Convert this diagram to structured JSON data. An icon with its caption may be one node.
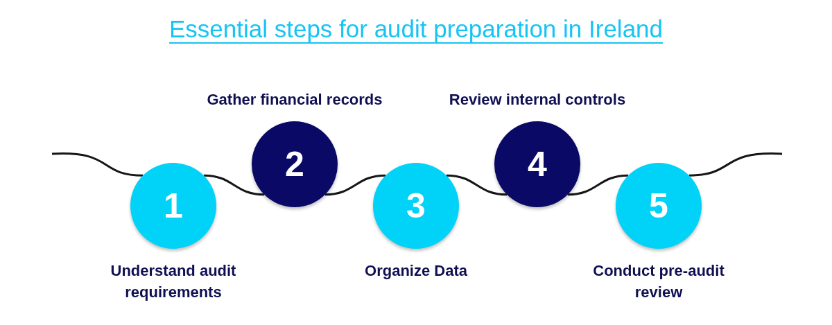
{
  "diagram": {
    "title": "Essential steps for audit preparation in Ireland",
    "nodes": [
      {
        "text": [
          "1"
        ],
        "beside": [
          "Understand audit requirements"
        ]
      },
      {
        "text": [
          "2"
        ],
        "beside": [
          "Gather financial records"
        ]
      },
      {
        "text": [
          "3"
        ],
        "beside": [
          "Organize Data"
        ]
      },
      {
        "text": [
          "4"
        ],
        "beside": [
          "Review internal controls"
        ]
      },
      {
        "text": [
          "5"
        ],
        "beside": [
          "Conduct pre-audit review"
        ]
      }
    ],
    "edges": [
      {
        "from": null,
        "to": 0,
        "arrow": "none"
      },
      {
        "from": 0,
        "to": 1,
        "arrow": "none"
      },
      {
        "from": 1,
        "to": 2,
        "arrow": "none"
      },
      {
        "from": 2,
        "to": 3,
        "arrow": "none"
      },
      {
        "from": 3,
        "to": 4,
        "arrow": "none"
      },
      {
        "from": 4,
        "to": null,
        "arrow": "none"
      }
    ]
  }
}
